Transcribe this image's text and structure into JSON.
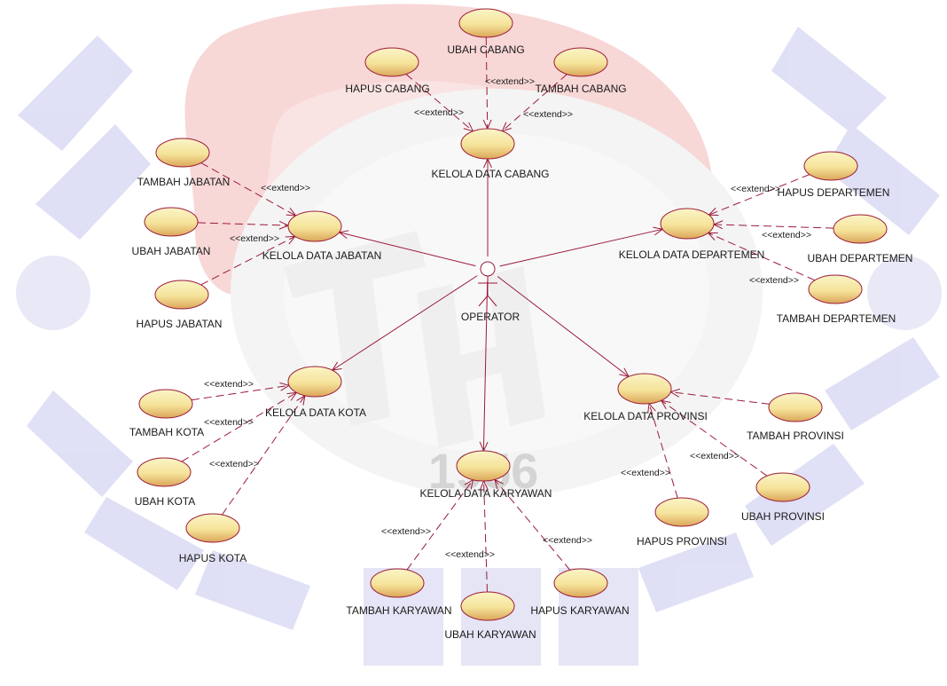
{
  "colors": {
    "line": "#9b1b3a",
    "ellipse_fill": "#f7eda3",
    "ellipse_shade": "#d9a35a",
    "ellipse_stroke": "#9b1b3a",
    "watermark_blue": "#c8c8f0",
    "watermark_red": "#f3c2c2",
    "watermark_gray": "#e6e6e6"
  },
  "watermark": {
    "year": "1956"
  },
  "actor": {
    "id": "operator",
    "label": "OPERATOR"
  },
  "extend_label": "<<extend>>",
  "use_cases": [
    {
      "id": "cabang",
      "label": "KELOLA DATA CABANG"
    },
    {
      "id": "jabatan",
      "label": "KELOLA DATA JABATAN"
    },
    {
      "id": "departemen",
      "label": "KELOLA DATA DEPARTEMEN"
    },
    {
      "id": "kota",
      "label": "KELOLA DATA KOTA"
    },
    {
      "id": "provinsi",
      "label": "KELOLA DATA PROVINSI"
    },
    {
      "id": "karyawan",
      "label": "KELOLA DATA KARYAWAN"
    },
    {
      "id": "ubah_cabang",
      "label": "UBAH CABANG"
    },
    {
      "id": "hapus_cabang",
      "label": "HAPUS CABANG"
    },
    {
      "id": "tambah_cabang",
      "label": "TAMBAH CABANG"
    },
    {
      "id": "tambah_jabatan",
      "label": "TAMBAH JABATAN"
    },
    {
      "id": "ubah_jabatan",
      "label": "UBAH JABATAN"
    },
    {
      "id": "hapus_jabatan",
      "label": "HAPUS JABATAN"
    },
    {
      "id": "hapus_departemen",
      "label": "HAPUS DEPARTEMEN"
    },
    {
      "id": "ubah_departemen",
      "label": "UBAH DEPARTEMEN"
    },
    {
      "id": "tambah_departemen",
      "label": "TAMBAH DEPARTEMEN"
    },
    {
      "id": "tambah_kota",
      "label": "TAMBAH KOTA"
    },
    {
      "id": "ubah_kota",
      "label": "UBAH KOTA"
    },
    {
      "id": "hapus_kota",
      "label": "HAPUS KOTA"
    },
    {
      "id": "tambah_provinsi",
      "label": "TAMBAH PROVINSI"
    },
    {
      "id": "ubah_provinsi",
      "label": "UBAH PROVINSI"
    },
    {
      "id": "hapus_provinsi",
      "label": "HAPUS PROVINSI"
    },
    {
      "id": "tambah_karyawan",
      "label": "TAMBAH KARYAWAN"
    },
    {
      "id": "ubah_karyawan",
      "label": "UBAH KARYAWAN"
    },
    {
      "id": "hapus_karyawan",
      "label": "HAPUS KARYAWAN"
    }
  ],
  "associations": [
    {
      "from": "operator",
      "to": "cabang"
    },
    {
      "from": "operator",
      "to": "jabatan"
    },
    {
      "from": "operator",
      "to": "departemen"
    },
    {
      "from": "operator",
      "to": "kota"
    },
    {
      "from": "operator",
      "to": "provinsi"
    },
    {
      "from": "operator",
      "to": "karyawan"
    }
  ],
  "extends": [
    {
      "from": "ubah_cabang",
      "to": "cabang"
    },
    {
      "from": "hapus_cabang",
      "to": "cabang"
    },
    {
      "from": "tambah_cabang",
      "to": "cabang"
    },
    {
      "from": "tambah_jabatan",
      "to": "jabatan"
    },
    {
      "from": "ubah_jabatan",
      "to": "jabatan"
    },
    {
      "from": "hapus_jabatan",
      "to": "jabatan"
    },
    {
      "from": "hapus_departemen",
      "to": "departemen"
    },
    {
      "from": "ubah_departemen",
      "to": "departemen"
    },
    {
      "from": "tambah_departemen",
      "to": "departemen"
    },
    {
      "from": "tambah_kota",
      "to": "kota"
    },
    {
      "from": "ubah_kota",
      "to": "kota"
    },
    {
      "from": "hapus_kota",
      "to": "kota"
    },
    {
      "from": "tambah_provinsi",
      "to": "provinsi"
    },
    {
      "from": "ubah_provinsi",
      "to": "provinsi"
    },
    {
      "from": "hapus_provinsi",
      "to": "provinsi"
    },
    {
      "from": "tambah_karyawan",
      "to": "karyawan"
    },
    {
      "from": "ubah_karyawan",
      "to": "karyawan"
    },
    {
      "from": "hapus_karyawan",
      "to": "karyawan"
    }
  ]
}
